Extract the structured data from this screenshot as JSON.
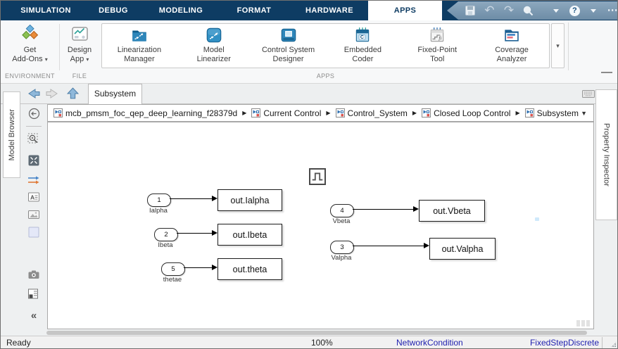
{
  "colors": {
    "navy": "#0e3c63",
    "band_blue": "#7e9ab2",
    "link_blue": "#2121b0",
    "app_icon_blue": "#2e86ba"
  },
  "menubar": {
    "tabs": [
      "SIMULATION",
      "DEBUG",
      "MODELING",
      "FORMAT",
      "HARDWARE",
      "APPS"
    ],
    "active_tab": "APPS",
    "quick_access": {
      "caret": "▾",
      "help": "?",
      "more": "⋯",
      "undo": "↶",
      "redo": "↷"
    }
  },
  "ribbon": {
    "environment": {
      "label_line1": "Get",
      "label_line2": "Add-Ons",
      "caret": "▾",
      "section": "ENVIRONMENT"
    },
    "file": {
      "label_line1": "Design",
      "label_line2": "App",
      "caret": "▾",
      "section": "FILE"
    },
    "apps": {
      "section": "APPS",
      "more_caret": "▾",
      "items": [
        {
          "line1": "Linearization",
          "line2": "Manager"
        },
        {
          "line1": "Model",
          "line2": "Linearizer"
        },
        {
          "line1": "Control System",
          "line2": "Designer"
        },
        {
          "line1": "Embedded",
          "line2": "Coder"
        },
        {
          "line1": "Fixed-Point",
          "line2": "Tool"
        },
        {
          "line1": "Coverage",
          "line2": "Analyzer"
        }
      ]
    }
  },
  "navigation": {
    "active_tab": "Subsystem"
  },
  "breadcrumb": {
    "separator": "▶",
    "dropdown": "▼",
    "items": [
      "mcb_pmsm_foc_qep_deep_learning_f28379d",
      "Current Control",
      "Control_System",
      "Closed Loop Control",
      "Subsystem"
    ]
  },
  "panels": {
    "left_tab": "Model Browser",
    "right_tab": "Property Inspector",
    "collapse_glyph": "«"
  },
  "canvas": {
    "connections": [
      {
        "port": "1",
        "label": "Ialpha",
        "target": "out.Ialpha"
      },
      {
        "port": "2",
        "label": "Ibeta",
        "target": "out.Ibeta"
      },
      {
        "port": "5",
        "label": "thetae",
        "target": "out.theta"
      },
      {
        "port": "4",
        "label": "Vbeta",
        "target": "out.Vbeta"
      },
      {
        "port": "3",
        "label": "Valpha",
        "target": "out.Valpha"
      }
    ]
  },
  "status_bar": {
    "state": "Ready",
    "zoom": "100%",
    "network": "NetworkCondition",
    "solver": "FixedStepDiscrete"
  }
}
